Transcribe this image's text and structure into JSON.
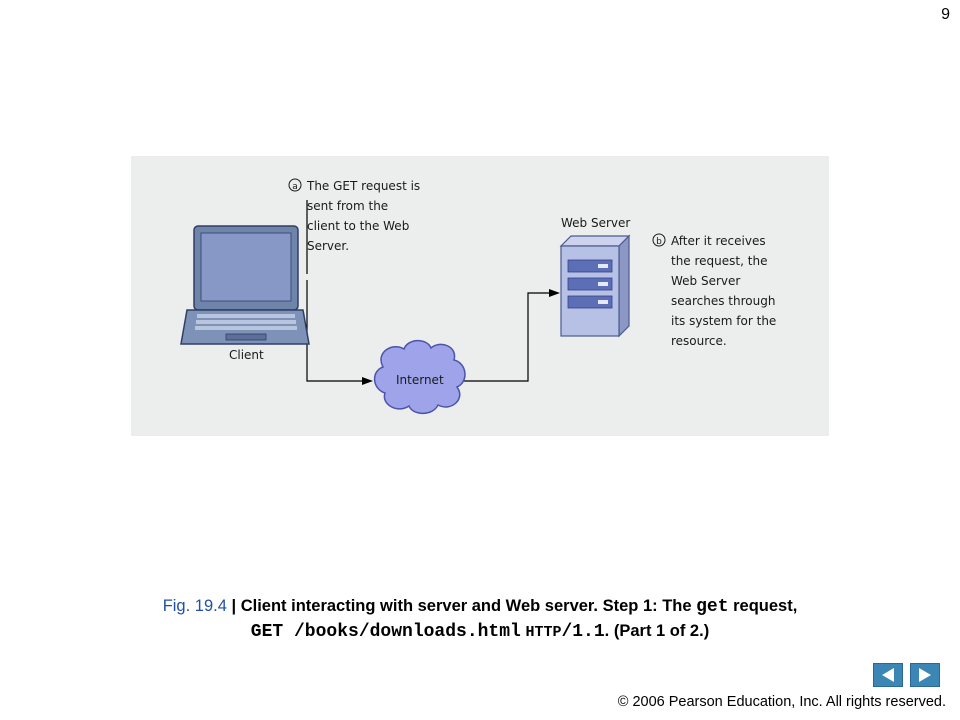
{
  "page_number": "9",
  "diagram": {
    "step_a": {
      "marker": "a",
      "lines": [
        "The GET request is",
        "sent from the",
        "client to the Web",
        "Server."
      ]
    },
    "step_b": {
      "marker": "b",
      "lines": [
        "After it receives",
        "the request, the",
        "Web Server",
        "searches through",
        "its system for the",
        "resource."
      ]
    },
    "labels": {
      "web_server": "Web Server",
      "client": "Client",
      "internet": "Internet"
    }
  },
  "caption": {
    "fig_label": "Fig. 19.4",
    "separator": " | ",
    "text1": "Client interacting with server and Web server. Step 1: The ",
    "code_get": "get",
    "text2": " request,",
    "code_request": "GET /books/downloads.html",
    "code_http": "HTTP",
    "code_version": "/1.1",
    "text3": ". (Part 1 of 2.)"
  },
  "nav": {
    "prev_icon": "left-triangle-arrow",
    "next_icon": "right-triangle-arrow"
  },
  "copyright": "© 2006 Pearson Education, Inc.  All rights reserved.",
  "colors": {
    "panel_bg": "#eceded",
    "nav_button": "#3b86b4",
    "fig_label": "#1f4fa8"
  }
}
